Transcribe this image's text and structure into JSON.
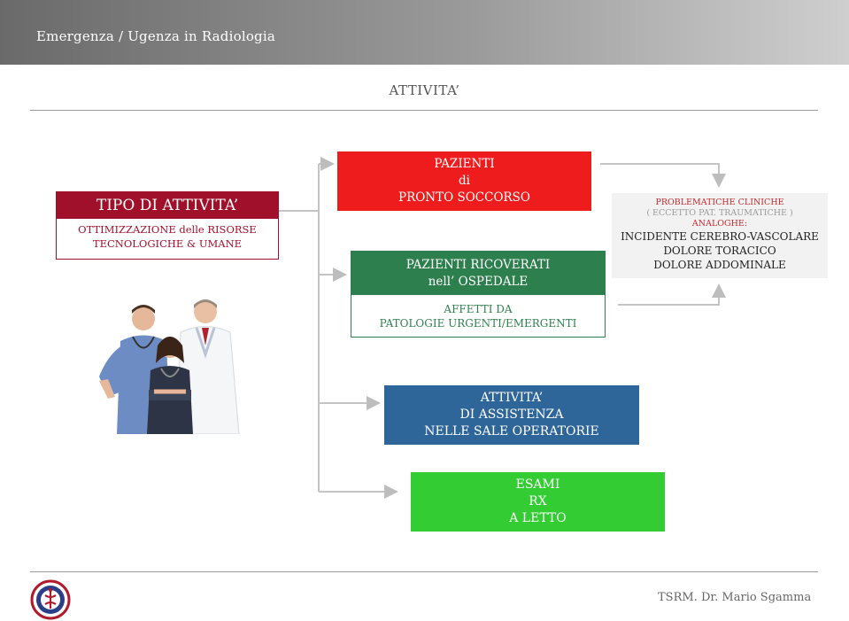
{
  "header": {
    "title": "Emergenza / Ugenza in Radiologia"
  },
  "slide": {
    "title": "ATTIVITA’"
  },
  "tipo": {
    "heading": "TIPO DI ATTIVITA’",
    "line1": "OTTIMIZZAZIONE delle RISORSE",
    "line2": "TECNOLOGICHE & UMANE"
  },
  "pronto_soccorso": {
    "line1": "PAZIENTI",
    "line2": "di",
    "line3": "PRONTO SOCCORSO"
  },
  "ricoverati": {
    "line1": "PAZIENTI  RICOVERATI",
    "line2": "nell’ OSPEDALE"
  },
  "affetti": {
    "line1": "AFFETTI DA",
    "line2": "PATOLOGIE URGENTI/EMERGENTI"
  },
  "problematiche": {
    "line1": "PROBLEMATICHE CLINICHE",
    "line2": "( ECCETTO PAT. TRAUMATICHE )",
    "line3": "ANALOGHE:",
    "items": [
      "INCIDENTE CEREBRO-VASCOLARE",
      "DOLORE TORACICO",
      "DOLORE ADDOMINALE"
    ]
  },
  "assistenza": {
    "line1": "ATTIVITA’",
    "line2": "DI ASSISTENZA",
    "line3": "NELLE SALE OPERATORIE"
  },
  "esami": {
    "line1": "ESAMI",
    "line2": "RX",
    "line3": "A LETTO"
  },
  "footer": {
    "credit": "TSRM. Dr. Mario Sgamma"
  },
  "colors": {
    "tipo_red": "#a0102a",
    "pronto_red": "#ee1c1c",
    "ricoverati_green": "#2e7f4e",
    "assistenza_blue": "#2f6699",
    "esami_green": "#33cc33"
  },
  "icons": {
    "staff": "medical-staff-photo",
    "logo": "society-seal-logo"
  }
}
